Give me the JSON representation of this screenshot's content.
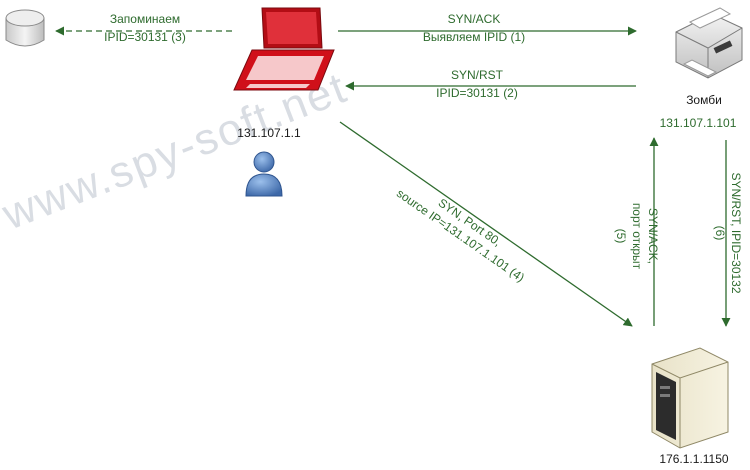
{
  "watermark": "www.spy-soft.net",
  "nodes": {
    "attacker_ip": "131.107.1.1",
    "zombie_title": "Зомби",
    "zombie_ip": "131.107.1.101",
    "target_ip": "176.1.1.1150"
  },
  "edges": {
    "store": {
      "line1": "Запоминаем",
      "line2": "IPID=30131 (3)"
    },
    "synack": {
      "line1": "SYN/ACK",
      "line2": "Выявляем IPID (1)"
    },
    "synrst": {
      "line1": "SYN/RST",
      "line2": "IPID=30131 (2)"
    },
    "spoofed_syn": {
      "line1": "SYN, Port 80,",
      "line2": "source IP=131.107.1.101 (4)"
    },
    "target_synack": {
      "line1": "SYN/ACK,",
      "line2": "порт открыт",
      "line3": "(5)"
    },
    "zombie_rst": {
      "line1": "SYN/RST, IPID=30132",
      "line2": "(6)"
    }
  },
  "icons": {
    "database": "database-icon",
    "laptop": "laptop-icon",
    "user": "user-icon",
    "printer": "printer-icon",
    "server": "server-icon"
  },
  "colors": {
    "arrow": "#2e6b2e",
    "laptop": "#d0101a",
    "user": "#4a74b4"
  }
}
